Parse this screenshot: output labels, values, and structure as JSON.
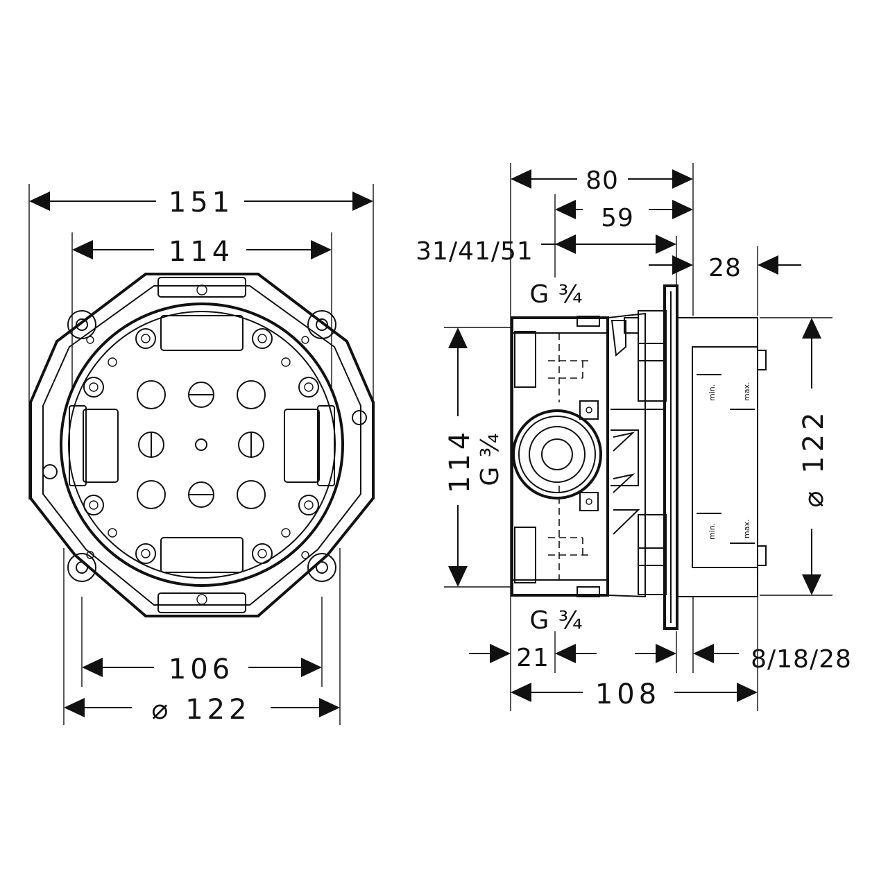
{
  "front_view": {
    "dim_overall_width": "151",
    "dim_inner_width": "114",
    "dim_bottom_width": "106",
    "dim_diameter": "⌀ 122"
  },
  "side_view": {
    "dim_top_80": "80",
    "dim_top_59": "59",
    "dim_depth_range": "31/41/51",
    "dim_28": "28",
    "dim_height_114": "114",
    "dim_diameter_122": "⌀ 122",
    "dim_21": "21",
    "dim_8_18_28": "8/18/28",
    "dim_108": "108",
    "thread_top": "G ¾",
    "thread_side": "G ¾",
    "thread_bottom": "G ¾",
    "label_min_top": "min.",
    "label_max_top": "max.",
    "label_min_bottom": "min.",
    "label_max_bottom": "max."
  }
}
